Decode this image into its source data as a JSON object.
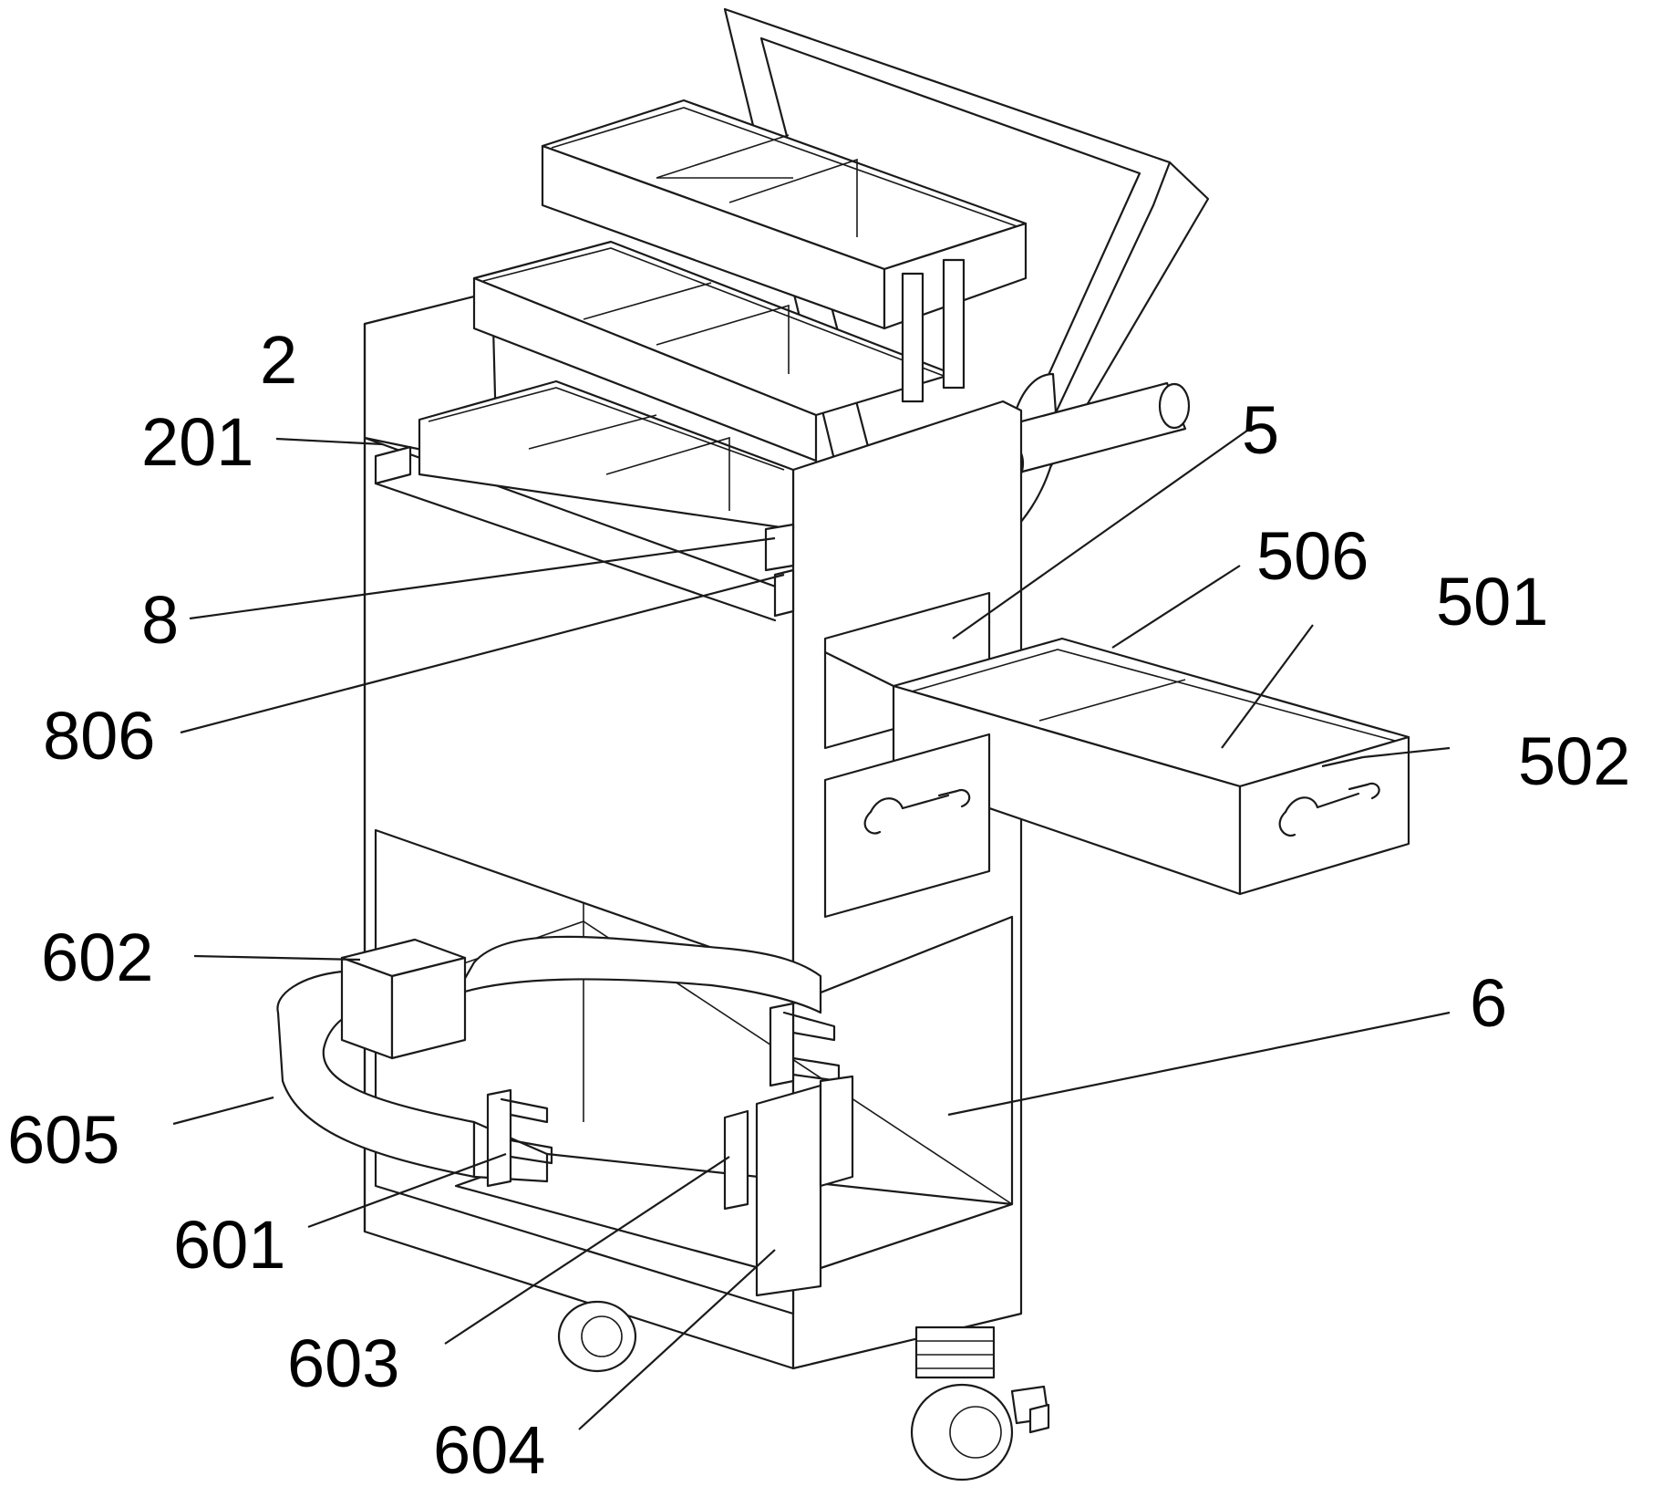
{
  "labels": {
    "l2": "2",
    "l201": "201",
    "l8": "8",
    "l806": "806",
    "l5": "5",
    "l506": "506",
    "l501": "501",
    "l502": "502",
    "l6": "6",
    "l602": "602",
    "l605": "605",
    "l601": "601",
    "l603": "603",
    "l604": "604"
  }
}
